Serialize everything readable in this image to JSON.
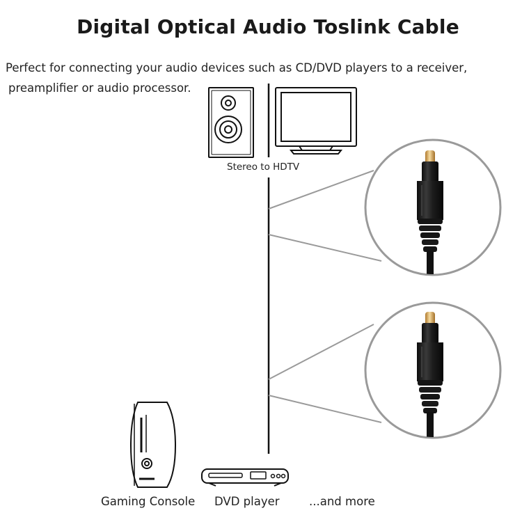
{
  "title": "Digital Optical Audio Toslink Cable",
  "description": {
    "line1": "Perfect for connecting your audio devices such as CD/DVD players to a receiver,",
    "line2": "preamplifier or audio processor."
  },
  "top_label": "Stereo to HDTV",
  "bottom_labels": {
    "gaming": "Gaming Console",
    "dvd": "DVD player",
    "more": "...and more"
  },
  "icons": [
    "speaker-icon",
    "tv-icon",
    "game-console-icon",
    "dvd-player-icon",
    "toslink-plug-icon"
  ],
  "colors": {
    "text": "#222222",
    "line": "#111111",
    "callout": "#999999",
    "plug_body": "#1c1c1c",
    "plug_tip": "#e8b96a"
  }
}
